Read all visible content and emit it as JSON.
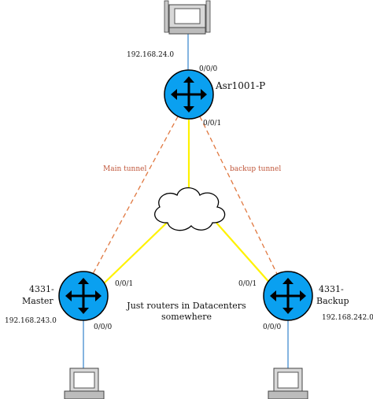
{
  "diagram": {
    "routers": {
      "asr": {
        "name": "Asr1001-P"
      },
      "master": {
        "name_line1": "4331-",
        "name_line2": "Master"
      },
      "backup": {
        "name_line1": "4331-",
        "name_line2": "Backup"
      }
    },
    "networks": {
      "top": "192.168.24.0",
      "left": "192.168.243.0",
      "right": "192.168.242.0"
    },
    "interfaces": {
      "asr_lan": "0/0/0",
      "asr_wan": "0/0/1",
      "master_wan": "0/0/1",
      "master_lan": "0/0/0",
      "backup_wan": "0/0/1",
      "backup_lan": "0/0/0"
    },
    "tunnels": {
      "main": "Main tunnel",
      "backup": "backup tunnel"
    },
    "note": {
      "line1": "Just routers in Datacenters",
      "line2": "somewhere"
    },
    "colors": {
      "router_fill": "#0aa0f0",
      "wan_link": "#fff200",
      "lan_link": "#5b9bd5",
      "tunnel": "#e07840",
      "tunnel_text": "#c0563a"
    }
  }
}
